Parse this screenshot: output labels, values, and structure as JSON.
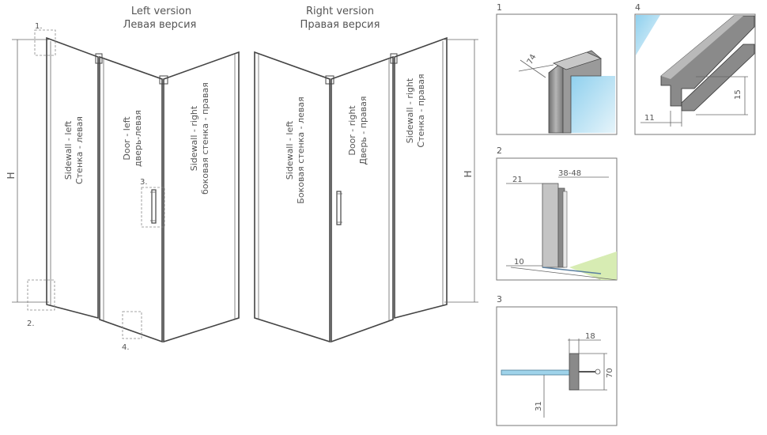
{
  "left": {
    "title_en": "Left version",
    "title_ru": "Левая версия",
    "sidewall_en": "Sidewall - left",
    "sidewall_ru": "Стенка - левая",
    "door_en": "Door - left",
    "door_ru": "дверь-левая",
    "side_right_en": "Sidewall - right",
    "side_right_ru": "боковая стенка - правая",
    "marker_1": "1.",
    "marker_2": "2.",
    "marker_3": "3.",
    "marker_4": "4.",
    "height": "H"
  },
  "right": {
    "title_en": "Right version",
    "title_ru": "Правая версия",
    "sidewall_en": "Sidewall - left",
    "sidewall_ru": "Боковая стенка - левая",
    "door_en": "Door - right",
    "door_ru": "Дверь - правая",
    "side_right_en": "Sidewall - right",
    "side_right_ru": "Стенка - правая",
    "height": "H"
  },
  "details": [
    {
      "label": "1",
      "dims": [
        "74"
      ]
    },
    {
      "label": "2",
      "dims": [
        "21",
        "38-48",
        "10"
      ]
    },
    {
      "label": "3",
      "dims": [
        "18",
        "70",
        "31"
      ]
    },
    {
      "label": "4",
      "dims": [
        "15",
        "11"
      ]
    }
  ],
  "colors": {
    "glass": "#c9e6f2",
    "frame": "#444444",
    "profile": "#8a8a8a",
    "floor": "#d7ecb3"
  }
}
